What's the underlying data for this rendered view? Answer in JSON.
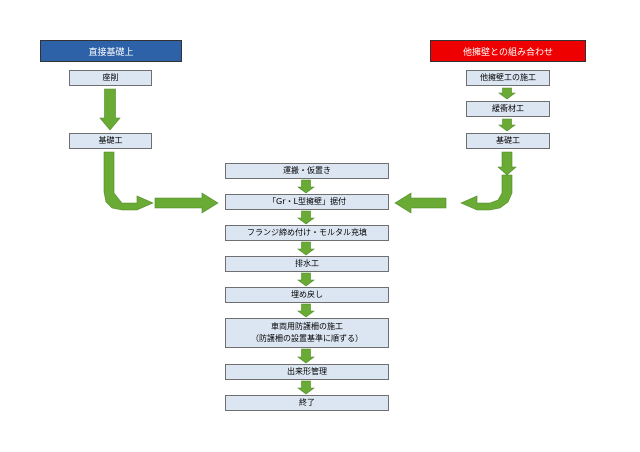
{
  "colors": {
    "left_header": "#2e62a8",
    "right_header": "#ee0000",
    "box_fill": "#dce6f2",
    "arrow": "#6aab36"
  },
  "headers": {
    "left": "直接基礎上",
    "right": "他擁壁との組み合わせ"
  },
  "left_column": [
    "座削",
    "基礎工"
  ],
  "right_column": [
    "他擁壁工の施工",
    "緩衝材工",
    "基礎工"
  ],
  "center_column": {
    "step1": "運搬・仮置き",
    "step2": "「Gr・L型擁壁」据付",
    "step3": "フランジ締め付け・モルタル充填",
    "step4": "排水工",
    "step5": "埋め戻し",
    "step6_line1": "車両用防護柵の施工",
    "step6_line2": "（防護柵の設置基準に順ずる）",
    "step7": "出来形管理",
    "step8": "終了"
  }
}
